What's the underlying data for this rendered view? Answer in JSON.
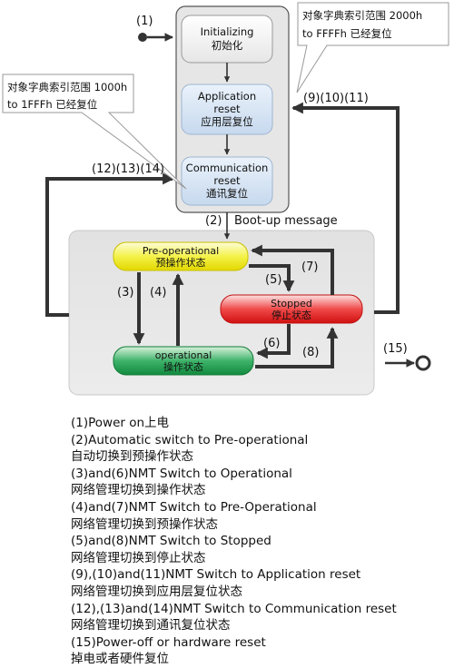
{
  "states": {
    "initializing": {
      "en": "Initializing",
      "zh": "初始化"
    },
    "app_reset": {
      "en1": "Application",
      "en2": "reset",
      "zh": "应用层复位"
    },
    "comm_reset": {
      "en1": "Communication",
      "en2": "reset",
      "zh": "通讯复位"
    },
    "preop": {
      "en": "Pre-operational",
      "zh": "预操作状态"
    },
    "stopped": {
      "en": "Stopped",
      "zh": "停止状态"
    },
    "operational": {
      "en": "operational",
      "zh": "操作状态"
    }
  },
  "callouts": {
    "top_right": {
      "line1": "对象字典索引范围 2000h",
      "line2": "to FFFFh 已经复位"
    },
    "left": {
      "line1": "对象字典索引范围 1000h",
      "line2": "to 1FFFh 已经复位"
    }
  },
  "transitions": {
    "t1": "(1)",
    "t2": "(2)",
    "boot_up": "Boot-up message",
    "t3": "(3)",
    "t4": "(4)",
    "t5": "(5)",
    "t6": "(6)",
    "t7": "(7)",
    "t8": "(8)",
    "t9_11": "(9)(10)(11)",
    "t12_14": "(12)(13)(14)",
    "t15": "(15)"
  },
  "legend": [
    "(1)Power on上电",
    "(2)Automatic switch to Pre-operational",
    "自动切换到预操作状态",
    "(3)and(6)NMT Switch to Operational",
    "网络管理切换到操作状态",
    "(4)and(7)NMT Switch to Pre-Operational",
    "网络管理切换到预操作状态",
    "(5)and(8)NMT Switch to Stopped",
    "网络管理切换到停止状态",
    "(9),(10)and(11)NMT Switch to Application reset",
    "网络管理切换到应用层复位状态",
    "(12),(13)and(14)NMT Switch to Communication reset",
    "网络管理切换到通讯复位状态",
    "(15)Power-off or hardware reset",
    "掉电或者硬件复位"
  ]
}
